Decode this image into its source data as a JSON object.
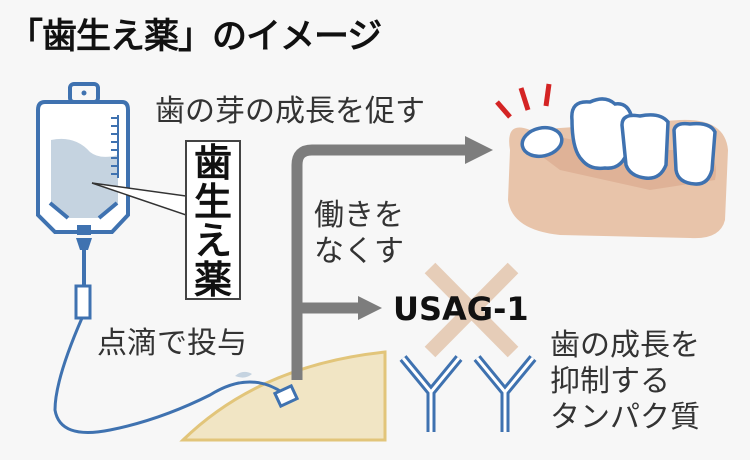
{
  "title": "「歯生え薬」のイメージ",
  "labels": {
    "promote_growth": "歯の芽の成長を促す",
    "drug_name": [
      "歯",
      "生",
      "え",
      "薬"
    ],
    "disable_line1": "働きを",
    "disable_line2": "なくす",
    "target": "USAG-1",
    "protein_line1": "歯の成長を",
    "protein_line2": "抑制する",
    "protein_line3": "タンパク質",
    "administration": "点滴で投与"
  },
  "colors": {
    "background": "#f7f7f7",
    "iv_blue": "#3f72b0",
    "arrow_gray": "#7d7d7d",
    "gum": "#e8c4aa",
    "skin": "#f1e5c4",
    "skin_edge": "#e2c57a",
    "cross": "#e6cdb8",
    "spark_red": "#d42424"
  }
}
